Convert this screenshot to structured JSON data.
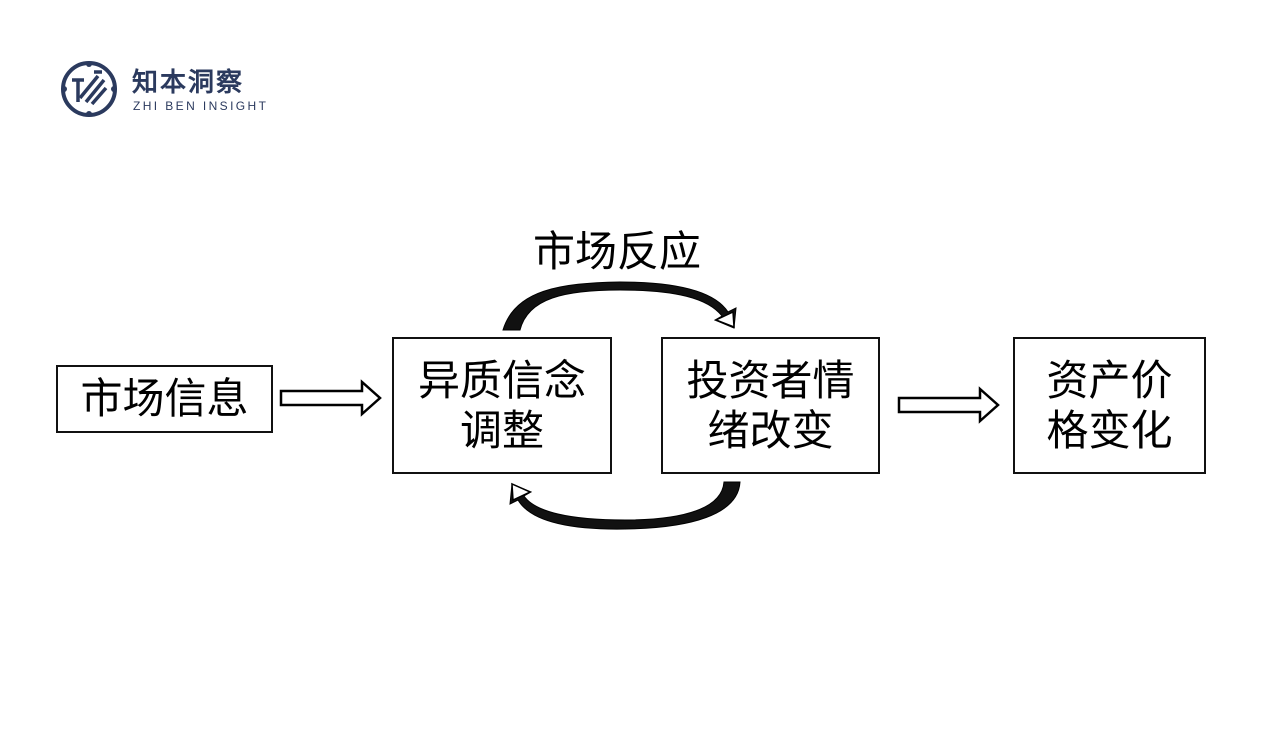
{
  "logo": {
    "name_cn": "知本洞察",
    "name_en": "ZHI BEN INSIGHT",
    "color": "#2b3a5e"
  },
  "diagram": {
    "nodes": [
      {
        "id": "market-info",
        "lines": [
          "市场信息"
        ]
      },
      {
        "id": "belief-adjust",
        "lines": [
          "异质信念",
          "调整"
        ]
      },
      {
        "id": "sentiment-change",
        "lines": [
          "投资者情",
          "绪改变"
        ]
      },
      {
        "id": "price-change",
        "lines": [
          "资产价",
          "格变化"
        ]
      }
    ],
    "loop_label": "市场反应"
  }
}
